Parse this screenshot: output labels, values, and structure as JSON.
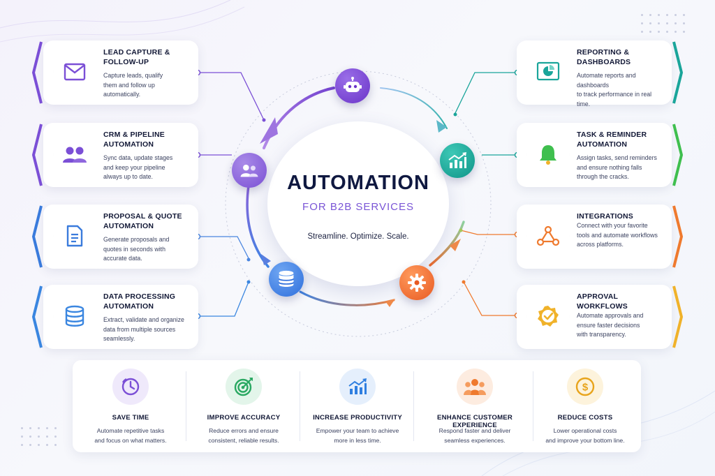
{
  "header": {
    "title": "AUTOMATION",
    "subtitle": "FOR B2B SERVICES",
    "tagline": "Streamline. Optimize. Scale."
  },
  "left_cards": [
    {
      "title_1": "LEAD CAPTURE &",
      "title_2": "FOLLOW-UP",
      "desc_1": "Capture leads, qualify",
      "desc_2": "them and follow up",
      "desc_3": "automatically.",
      "icon": "envelope-icon",
      "color": "#7b4fd6"
    },
    {
      "title_1": "CRM & PIPELINE",
      "title_2": "AUTOMATION",
      "desc_1": "Sync data, update stages",
      "desc_2": "and keep your pipeline",
      "desc_3": "always up to date.",
      "icon": "users-icon",
      "color": "#7b4fd6"
    },
    {
      "title_1": "PROPOSAL & QUOTE",
      "title_2": "AUTOMATION",
      "desc_1": "Generate proposals and",
      "desc_2": "quotes in seconds with",
      "desc_3": "accurate data.",
      "icon": "document-icon",
      "color": "#3a7bdc"
    },
    {
      "title_1": "DATA PROCESSING",
      "title_2": "AUTOMATION",
      "desc_1": "Extract, validate and organize",
      "desc_2": "data from multiple sources",
      "desc_3": "seamlessly.",
      "icon": "database-icon",
      "color": "#3a86e0"
    }
  ],
  "right_cards": [
    {
      "title_1": "REPORTING &",
      "title_2": "DASHBOARDS",
      "desc_1": "Automate reports and dashboards",
      "desc_2": "to track performance in real",
      "desc_3": "time.",
      "icon": "dashboard-icon",
      "color": "#1aa59a"
    },
    {
      "title_1": "TASK & REMINDER",
      "title_2": "AUTOMATION",
      "desc_1": "Assign tasks, send reminders",
      "desc_2": "and ensure nothing falls",
      "desc_3": "through the cracks.",
      "icon": "bell-icon",
      "color": "#3fbf4e"
    },
    {
      "title_1": "INTEGRATIONS",
      "title_2": "",
      "desc_1": "Connect with your favorite",
      "desc_2": "tools and automate workflows",
      "desc_3": "across platforms.",
      "icon": "integration-icon",
      "color": "#ef7a2e"
    },
    {
      "title_1": "APPROVAL WORKFLOWS",
      "title_2": "",
      "desc_1": "Automate approvals and",
      "desc_2": "ensure faster decisions",
      "desc_3": "with transparency.",
      "icon": "approval-badge-icon",
      "color": "#f0b22a"
    }
  ],
  "benefits": [
    {
      "title": "SAVE TIME",
      "desc_1": "Automate repetitive tasks",
      "desc_2": "and focus on what matters.",
      "icon": "clock-icon",
      "color": "#7b4fd6",
      "bg": "#efe9fb"
    },
    {
      "title": "IMPROVE ACCURACY",
      "desc_1": "Reduce errors and ensure",
      "desc_2": "consistent, reliable results.",
      "icon": "target-icon",
      "color": "#2aa862",
      "bg": "#e3f5ea"
    },
    {
      "title": "INCREASE PRODUCTIVITY",
      "desc_1": "Empower your team to achieve",
      "desc_2": "more in less time.",
      "icon": "growth-chart-icon",
      "color": "#2f7fe0",
      "bg": "#e5effc"
    },
    {
      "title": "ENHANCE CUSTOMER EXPERIENCE",
      "desc_1": "Respond faster and deliver",
      "desc_2": "seamless experiences.",
      "icon": "team-icon",
      "color": "#ef7a2e",
      "bg": "#fdece0"
    },
    {
      "title": "REDUCE COSTS",
      "desc_1": "Lower operational costs",
      "desc_2": "and improve your bottom line.",
      "icon": "dollar-coin-icon",
      "color": "#e8a41c",
      "bg": "#fdf3dc"
    }
  ],
  "nodes": [
    {
      "icon": "robot-icon",
      "color": "#7440d0"
    },
    {
      "icon": "users-icon",
      "color": "#8458d8"
    },
    {
      "icon": "database-icon",
      "color": "#3d7fe2"
    },
    {
      "icon": "gear-icon",
      "color": "#ef6a2c"
    },
    {
      "icon": "growth-chart-icon",
      "color": "#14a59a"
    }
  ],
  "colors": {
    "purple": "#7b4fd6",
    "blue": "#3a7bdc",
    "teal": "#1aa59a",
    "green": "#3fbf4e",
    "orange": "#ef7a2e",
    "yellow": "#f0b22a",
    "navy": "#0f1840"
  }
}
